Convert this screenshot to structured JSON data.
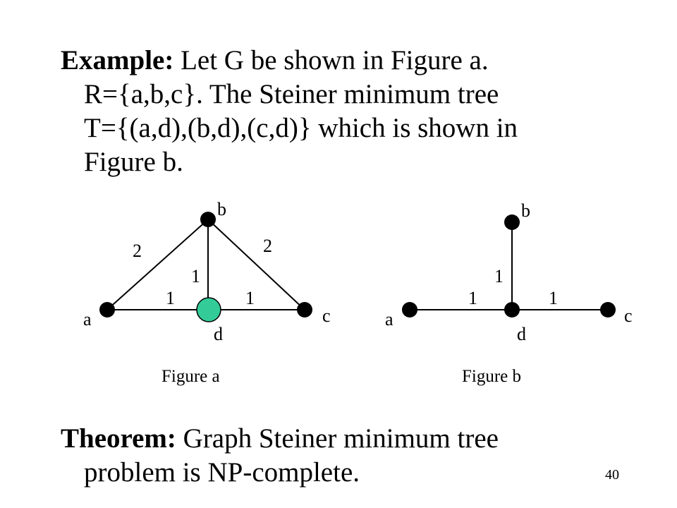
{
  "example": {
    "lead": "Example:",
    "lines": [
      "Let G be shown in Figure a.",
      "R={a,b,c}. The Steiner minimum tree",
      "T={(a,d),(b,d),(c,d)} which is shown in",
      "Figure b."
    ]
  },
  "figure_a": {
    "caption": "Figure a",
    "nodes": {
      "a": "a",
      "b": "b",
      "c": "c",
      "d": "d"
    },
    "edge_weights": {
      "ab": "2",
      "bc": "2",
      "bd": "1",
      "ad": "1",
      "dc": "1"
    },
    "highlight_color": "#33cc99"
  },
  "figure_b": {
    "caption": "Figure b",
    "nodes": {
      "a": "a",
      "b": "b",
      "c": "c",
      "d": "d"
    },
    "edge_weights": {
      "bd": "1",
      "ad": "1",
      "dc": "1"
    }
  },
  "theorem": {
    "lead": "Theorem:",
    "lines": [
      "Graph Steiner minimum tree",
      "problem is NP-complete."
    ]
  },
  "page_number": "40"
}
